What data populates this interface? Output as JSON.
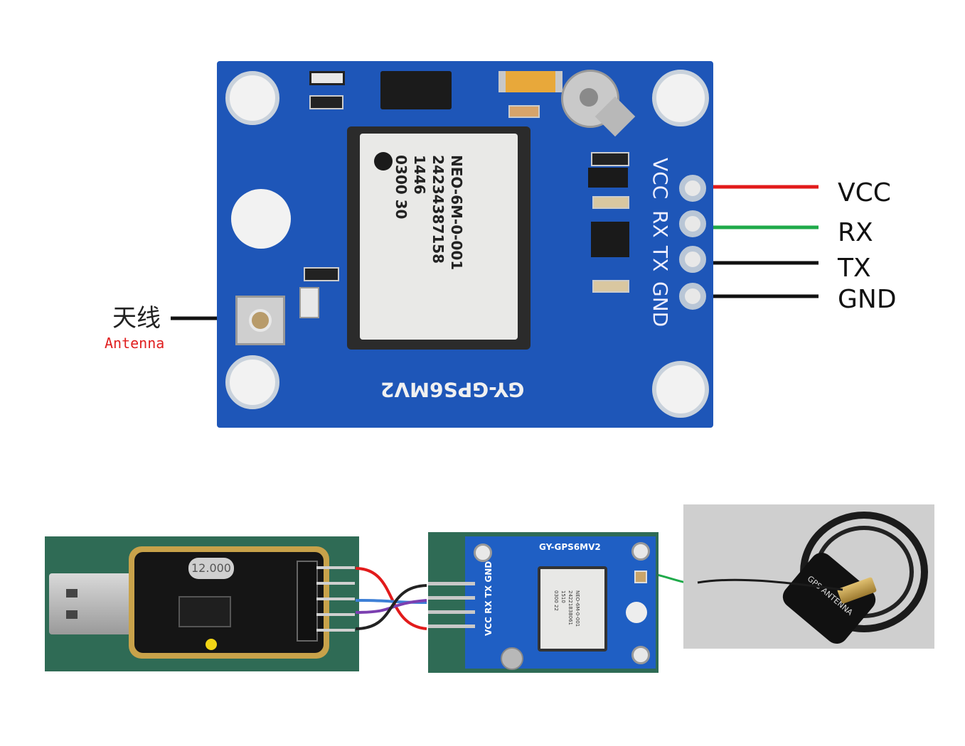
{
  "top_module": {
    "board_label": "GY-GPS6MV2",
    "chip_lines": [
      "NEO-6M-0-001",
      "24234387158",
      "1446",
      "0300 30"
    ],
    "pin_silkscreen": [
      "VCC",
      "RX",
      "TX",
      "GND"
    ],
    "pins": [
      {
        "label": "VCC",
        "wire_color": "#e21b1b"
      },
      {
        "label": "RX",
        "wire_color": "#1faa4a"
      },
      {
        "label": "TX",
        "wire_color": "#111111"
      },
      {
        "label": "GND",
        "wire_color": "#111111"
      }
    ],
    "antenna_cn": "天线",
    "antenna_en": "Antenna"
  },
  "bottom": {
    "usb_crystal": "12.000",
    "small_board_label": "GY-GPS6MV2",
    "small_pin_silkscreen": "VCC RX TX GND",
    "small_chip_lines": [
      "NEO-6M-0-001",
      "24221838061",
      "1510",
      "0300 22"
    ],
    "antenna_text": "GPS ANTENNA",
    "jumper_colors": [
      "#e21b1b",
      "#3d7fd6",
      "#7b3fb0",
      "#222222"
    ]
  }
}
